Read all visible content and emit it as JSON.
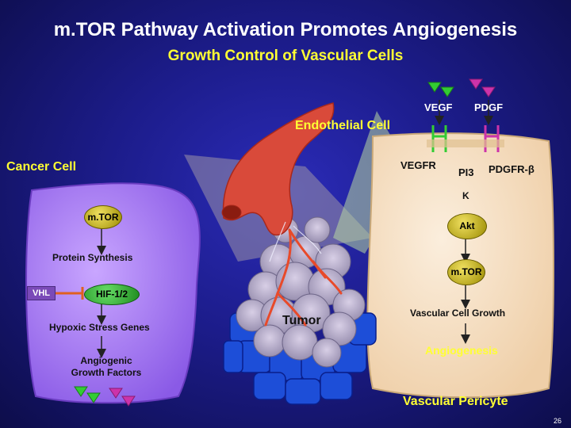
{
  "slide": {
    "title": "m.TOR Pathway Activation Promotes Angiogenesis",
    "subtitle": "Growth Control of Vascular Cells",
    "page_number": "26"
  },
  "labels": {
    "endothelial_cell": "Endothelial Cell",
    "cancer_cell": "Cancer Cell",
    "tumor": "Tumor",
    "vascular_pericyte": "Vascular Pericyte"
  },
  "cancer_cell": {
    "mtor": "m.TOR",
    "protein_synthesis": "Protein Synthesis",
    "vhl": "VHL",
    "hif": "HIF-1/2",
    "hypoxic_stress_genes": "Hypoxic Stress Genes",
    "angiogenic_growth_factors": "Angiogenic\nGrowth Factors"
  },
  "receptor_cell": {
    "vegf": "VEGF",
    "pdgf": "PDGF",
    "vegfr": "VEGFR",
    "pi3": "PI3",
    "k": "K",
    "pdgfr_beta": "PDGFR-β",
    "akt": "Akt",
    "mtor": "m.TOR",
    "vascular_cell_growth": "Vascular Cell Growth",
    "angiogenesis": "Angiogenesis"
  },
  "colors": {
    "background": "#1c1c8a",
    "title_text": "#ffffff",
    "subtitle_text": "#ffff33",
    "cancer_cell_fill": "#9a6ef0",
    "receptor_cell_fill": "#f3dcc0",
    "mtor_node": "#b8a800",
    "hif_node": "#2aa52a",
    "vhl_box": "#7a4ab8",
    "inhibitor_line": "#e06020",
    "vegf_green": "#33cc33",
    "pdgf_magenta": "#cc33aa",
    "vessel": "#d94a3a",
    "tumor_cells": "#1d4ed8"
  }
}
